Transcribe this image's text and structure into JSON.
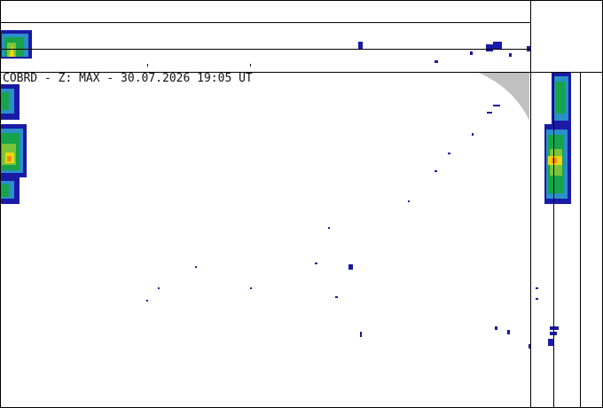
{
  "product_header": {
    "text": "COBRD - Z: MAX - 30.07.2026 19:05 UT"
  },
  "view": {
    "product": "MAX",
    "panels": [
      "top-projection",
      "plan-view",
      "side-projection"
    ],
    "colors": {
      "frame": "#000000",
      "background": "#ffffff",
      "no_coverage": "#c0c0c0",
      "echo_weak": "#1a1aa6",
      "echo_light": "#2b8fc9",
      "echo_medium": "#16a34a",
      "echo_moderate": "#7bc43a",
      "echo_strong": "#f2d60c",
      "echo_heavy": "#f08a1c"
    }
  }
}
